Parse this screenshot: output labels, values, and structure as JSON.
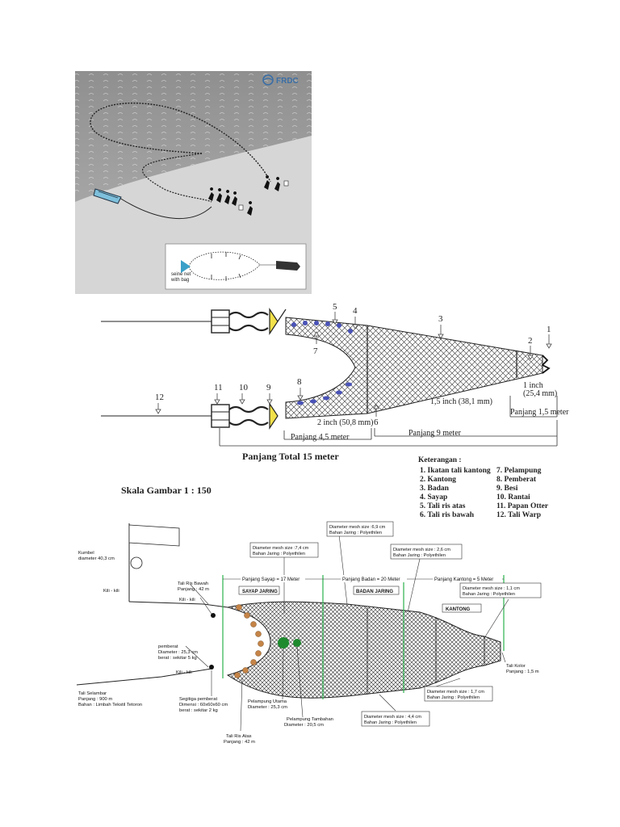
{
  "panel1": {
    "logo": "FRDC",
    "inset_label_line1": "seine net",
    "inset_label_line2": "with bag"
  },
  "panel2": {
    "callouts": [
      "1",
      "2",
      "3",
      "4",
      "5",
      "6",
      "7",
      "8",
      "9",
      "10",
      "11",
      "12"
    ],
    "mesh_1inch_line1": "1 inch",
    "mesh_1inch_line2": "(25,4 mm)",
    "mesh_15inch": "1,5 inch (38,1 mm)",
    "mesh_2inch": "2 inch (50,8 mm)",
    "len_kantong": "Panjang 1,5 meter",
    "len_badan": "Panjang 9 meter",
    "len_sayap": "Panjang 4,5 meter",
    "len_total": "Panjang Total 15 meter",
    "scale": "Skala Gambar 1 : 150",
    "legend_title": "Keterangan :",
    "legend_left": [
      "1. Ikatan tali kantong",
      "2. Kantong",
      "3. Badan",
      "4. Sayap",
      "5. Tali ris atas",
      "6. Tali ris bawah"
    ],
    "legend_right": [
      "7. Pelampung",
      "8. Pemberat",
      "9. Besi",
      "10. Rantai",
      "11. Papan Otter",
      "12. Tali Warp"
    ]
  },
  "panel3": {
    "kumbel_1": "Kumbel",
    "kumbel_2": "diameter 40,3 cm",
    "kili_top": "Kili - kili",
    "tali_ris_bawah_1": "Tali Ris Bawah",
    "tali_ris_bawah_2": "Panjang : 42 m",
    "kili_mid": "Kili - kili",
    "pemberat_1": "pemberat",
    "pemberat_2": "Diameter : 25,3 cm",
    "pemberat_3": "berat : sekitar 5 kg",
    "kili_low": "Kili - kili",
    "tali_selambar_1": "Tali Selambar",
    "tali_selambar_2": "Panjang : 900 m",
    "tali_selambar_3": "Bahan : Limbah Tekstil Tetoron",
    "segitiga_1": "Segitiga pemberat",
    "segitiga_2": "Dimensi : 60x60x60 cm",
    "segitiga_3": "berat : sekitar 2 kg",
    "tali_ris_atas_1": "Tali Ris Atas",
    "tali_ris_atas_2": "Panjang : 42 m",
    "pel_utama_1": "Pelampung Utama",
    "pel_utama_2": "Diameter : 25,3 cm",
    "pel_tambahan_1": "Pelampung Tambahan",
    "pel_tambahan_2": "Diameter : 20,5 cm",
    "mesh_74_1": "Diameter mesh size :7,4 cm",
    "mesh_74_2": "Bahan Jaring : Polyethilen",
    "mesh_69_1": "Diameter mesh size :6,9 cm",
    "mesh_69_2": "Bahan Jaring : Polyethilen",
    "mesh_26_1": "Diameter mesh size : 2,6 cm",
    "mesh_26_2": "Bahan Jaring : Polyethilen",
    "mesh_11_1": "Diameter mesh size : 1,1 cm",
    "mesh_11_2": "Bahan Jaring : Polyethilen",
    "mesh_17_1": "Diameter mesh size : 1,7 cm",
    "mesh_17_2": "Bahan Jaring : Polyethilen",
    "mesh_44_1": "Diameter mesh size : 4,4 cm",
    "mesh_44_2": "Bahan Jaring : Polyethilen",
    "len_sayap": "Panjang Sayap = 17 Meter",
    "len_badan": "Panjang Badan = 20 Meter",
    "len_kantong": "Panjang Kantong = 5 Meter",
    "sec_sayap": "SAYAP JARING",
    "sec_badan": "BADAN JARING",
    "sec_kantong": "KANTONG",
    "tali_kolor_1": "Tali Kolor",
    "tali_kolor_2": "Panjang : 1,5 m"
  }
}
